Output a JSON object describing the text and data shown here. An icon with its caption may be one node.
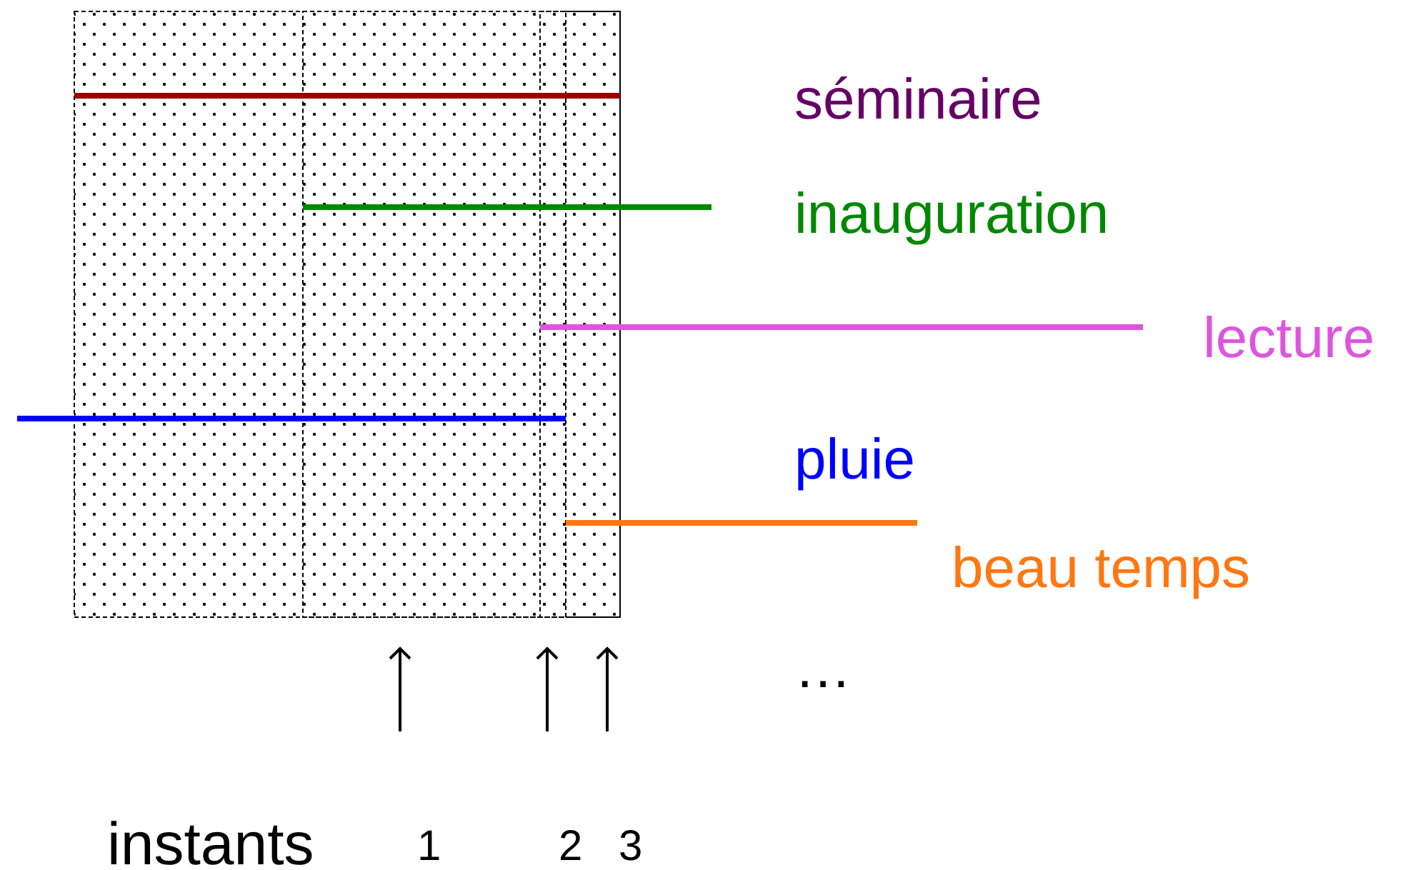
{
  "diagram": {
    "labels": [
      "séminaire",
      "inauguration",
      "lecture",
      "pluie",
      "beau temps",
      "…",
      "instants",
      "1",
      "2",
      "3"
    ]
  }
}
